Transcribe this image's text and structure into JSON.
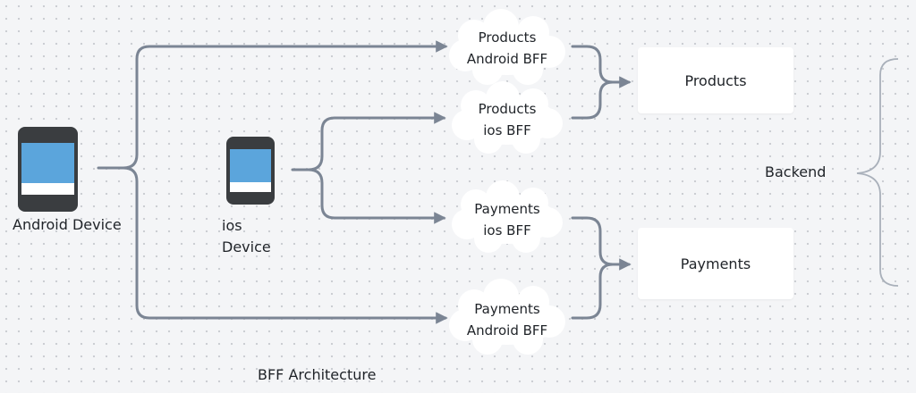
{
  "devices": {
    "android": {
      "label": "Android Device"
    },
    "ios": {
      "label_line1": "ios",
      "label_line2": "Device"
    }
  },
  "bffs": {
    "products_android": {
      "line1": "Products",
      "line2": "Android BFF"
    },
    "products_ios": {
      "line1": "Products",
      "line2": "ios BFF"
    },
    "payments_ios": {
      "line1": "Payments",
      "line2": "ios BFF"
    },
    "payments_android": {
      "line1": "Payments",
      "line2": "Android BFF"
    }
  },
  "services": {
    "products": "Products",
    "payments": "Payments"
  },
  "backend": {
    "label": "Backend"
  },
  "caption": "BFF Architecture",
  "colors": {
    "connector": "#7b8594",
    "brace": "#a9b0ba",
    "phone_body": "#3a3d40",
    "phone_screen": "#5ba5dc",
    "cloud_fill": "#ffffff",
    "background": "#f4f5f7"
  }
}
